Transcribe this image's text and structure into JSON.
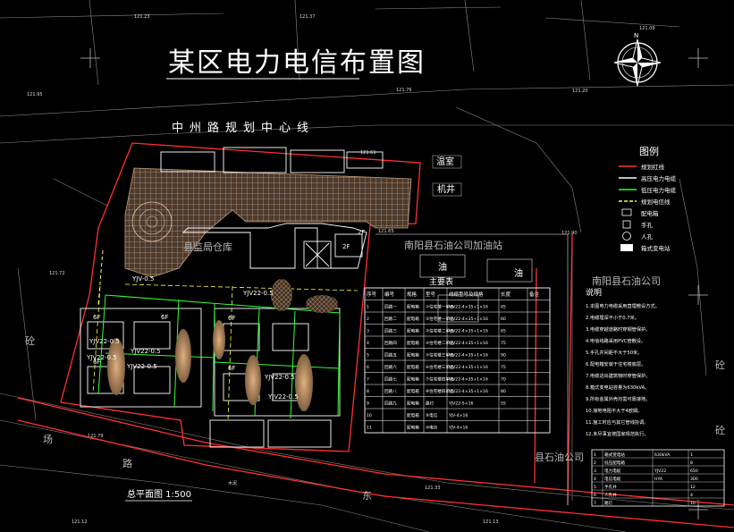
{
  "title": "某区电力电信布置图",
  "road_center_label": "中州路规划中心线",
  "scale_label": "总平面图 1:500",
  "elevations": [
    "121.23",
    "121.37",
    "121.09",
    "121.95",
    "121.76",
    "121.20",
    "121.61",
    "121.72",
    "121.65",
    "121.79",
    "121.33",
    "121.12",
    "121.13",
    "121.90"
  ],
  "map_labels": {
    "gas_station": "南阳县石油公司加油站",
    "oil_company_right": "南阳县石油公司",
    "oil_company_bottom": "县石油公司",
    "warehouse": "温室",
    "manhole": "机井",
    "oil": "油",
    "garage": "县监局仓库",
    "bottom_road_1": "场",
    "bottom_road_2": "路",
    "bottom_road_3": "东",
    "water_label": "木泥",
    "left_edge": "砼",
    "right_edge_1": "砼",
    "right_edge_2": "砼"
  },
  "cable_labels": [
    "YJV-0.5",
    "YJV22-0.5",
    "YJV22-0.5",
    "YJV22-0.5",
    "YJV22-0.5",
    "YJV22-0.5",
    "YJV22-0.5",
    "YJV22-0.5"
  ],
  "floor_labels": [
    "6F",
    "6F",
    "6F",
    "6F",
    "6F",
    "2F",
    "2F"
  ],
  "main_table": {
    "title": "主要表",
    "headers": [
      "序号",
      "编号",
      "规格",
      "型号",
      "线缆型号及规格",
      "长度",
      "备注"
    ],
    "rows": [
      [
        "1",
        "回路一",
        "配电箱",
        "①住宅楼一单元",
        "YJV22-4×35+1×16",
        "45",
        ""
      ],
      [
        "2",
        "回路二",
        "配电箱",
        "②住宅楼一单元",
        "YJV22-4×35+1×16",
        "60",
        ""
      ],
      [
        "3",
        "回路三",
        "配电箱",
        "③住宅楼二单元",
        "YJV22-4×35+1×16",
        "65",
        ""
      ],
      [
        "4",
        "回路四",
        "配电箱",
        "④住宅楼二单元",
        "YJV22-4×35+1×16",
        "75",
        ""
      ],
      [
        "5",
        "回路五",
        "配电箱",
        "⑤住宅楼三单元",
        "YJV22-4×35+1×16",
        "90",
        ""
      ],
      [
        "6",
        "回路六",
        "配电箱",
        "⑥住宅楼三单元",
        "YJV22-4×35+1×16",
        "75",
        ""
      ],
      [
        "7",
        "回路七",
        "配电箱",
        "⑦住宅楼四单元",
        "YJV22-4×35+1×16",
        "70",
        ""
      ],
      [
        "8",
        "回路八",
        "配电箱",
        "⑧住宅楼四单元",
        "YJV22-4×35+1×16",
        "80",
        ""
      ],
      [
        "9",
        "回路九",
        "配电箱",
        "路灯",
        "YJV22-5×16",
        "55",
        ""
      ],
      [
        "10",
        "",
        "配电箱",
        "⑨电信",
        "YJV-4×16",
        "",
        ""
      ],
      [
        "11",
        "",
        "配电箱",
        "⑩电信",
        "YJV-4×16",
        "",
        ""
      ]
    ]
  },
  "legend": {
    "title": "图例",
    "items": [
      {
        "label": "规划红线",
        "color": "#ff3030"
      },
      {
        "label": "高压电力电缆",
        "color": "#ffffff"
      },
      {
        "label": "低压电力电缆",
        "color": "#30ff30"
      },
      {
        "label": "规划电信线",
        "color": "#ffff40"
      },
      {
        "label": "配电箱",
        "color": "#ffffff"
      },
      {
        "label": "手孔",
        "color": "#ffffff"
      },
      {
        "label": "人孔",
        "color": "#ffffff"
      },
      {
        "label": "箱式变电站",
        "color": "#ffffff"
      }
    ]
  },
  "notes": {
    "title": "说明",
    "lines": [
      "1.本图电力电缆采用直埋敷设方式。",
      "2.电缆埋深不小于0.7米。",
      "3.电缆穿越道路时穿钢管保护。",
      "4.电信线路采用PVC管敷设。",
      "5.手孔井间距不大于50米。",
      "6.配电箱安装于住宅楼底层。",
      "7.电缆进出建筑物时穿管保护。",
      "8.箱式变电站容量为630kVA。",
      "9.所有金属外壳均需可靠接地。",
      "10.接地电阻不大于4欧姆。",
      "11.施工时应与其它管线协调。",
      "12.未尽事宜按国家规范执行。"
    ]
  },
  "right_table": {
    "rows": [
      [
        "1",
        "箱式变电站",
        "630kVA",
        "1"
      ],
      [
        "2",
        "低压配电箱",
        "",
        "8"
      ],
      [
        "3",
        "电力电缆",
        "YJV22",
        "650"
      ],
      [
        "4",
        "电信电缆",
        "HYA",
        "300"
      ],
      [
        "5",
        "手孔井",
        "",
        "12"
      ],
      [
        "6",
        "人孔井",
        "",
        "4"
      ],
      [
        "7",
        "路灯",
        "",
        "10"
      ]
    ]
  },
  "compass": {
    "label": "N"
  },
  "colors": {
    "background": "#000000",
    "red_line": "#ff3030",
    "green_line": "#30ff30",
    "yellow_line": "#ffff40",
    "hatch": "#c89a70",
    "building": "#ffffff"
  }
}
